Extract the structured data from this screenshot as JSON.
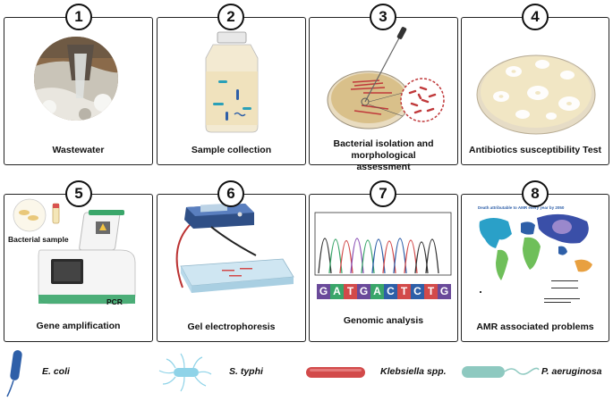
{
  "panels": [
    {
      "number": "1",
      "caption": "Wastewater"
    },
    {
      "number": "2",
      "caption": "Sample collection"
    },
    {
      "number": "3",
      "caption": "Bacterial isolation and morphological assessment"
    },
    {
      "number": "4",
      "caption": "Antibiotics susceptibility Test"
    },
    {
      "number": "5",
      "caption": "Gene amplification"
    },
    {
      "number": "6",
      "caption": "Gel electrophoresis"
    },
    {
      "number": "7",
      "caption": "Genomic analysis"
    },
    {
      "number": "8",
      "caption": "AMR associated problems"
    }
  ],
  "panel5_labels": {
    "bacterial_sample": "Bacterial sample",
    "pcr": "PCR"
  },
  "panel7_sequence": [
    "G",
    "A",
    "T",
    "G",
    "A",
    "C",
    "T",
    "C",
    "T",
    "G"
  ],
  "panel8_map_title": "Death attributable to AMR every year by 2050",
  "legend": [
    {
      "name": "E. coli",
      "icon": "e-coli-rod-icon"
    },
    {
      "name": "S. typhi",
      "icon": "s-typhi-flagellated-icon"
    },
    {
      "name": "Klebsiella spp.",
      "icon": "klebsiella-rod-icon"
    },
    {
      "name": "P. aeruginosa",
      "icon": "p-aeruginosa-icon"
    }
  ],
  "colors": {
    "e_coli": "#2e5fa8",
    "s_typhi": "#8fd3e8",
    "klebsiella": "#d24a4a",
    "p_aeruginosa": "#8ec9c0",
    "petri_agar": "#f1e6c4",
    "pcr_green": "#3aa66a"
  }
}
